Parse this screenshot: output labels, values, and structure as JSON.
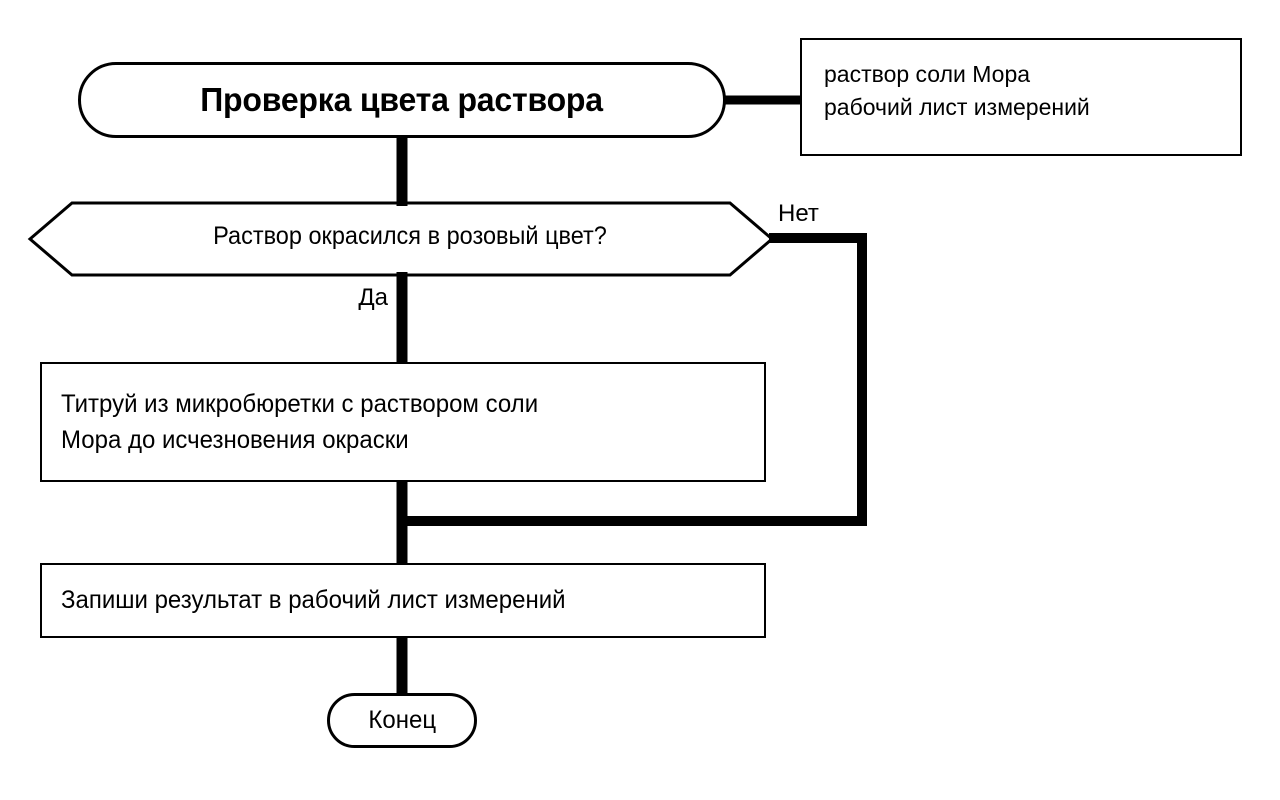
{
  "diagram": {
    "title": "Проверка цвета раствора",
    "language": "ru",
    "colors": {
      "stroke": "#000000",
      "background": "#ffffff",
      "text": "#000000"
    },
    "nodes": {
      "start": {
        "shape": "stadium",
        "label": "Проверка цвета раствора"
      },
      "note": {
        "shape": "rectangle",
        "lines": [
          "раствор соли Мора",
          "рабочий лист измерений"
        ]
      },
      "decision": {
        "shape": "hexagon",
        "label": "Раствор окрасился в розовый цвет?"
      },
      "process_titrate": {
        "shape": "rectangle",
        "lines": [
          "Титруй из микробюретки с раствором соли",
          "Мора до исчезновения окраски"
        ]
      },
      "process_record": {
        "shape": "rectangle",
        "label": "Запиши результат в рабочий лист измерений"
      },
      "end": {
        "shape": "stadium",
        "label": "Конец"
      }
    },
    "edges": {
      "yes_label": "Да",
      "no_label": "Нет"
    }
  }
}
